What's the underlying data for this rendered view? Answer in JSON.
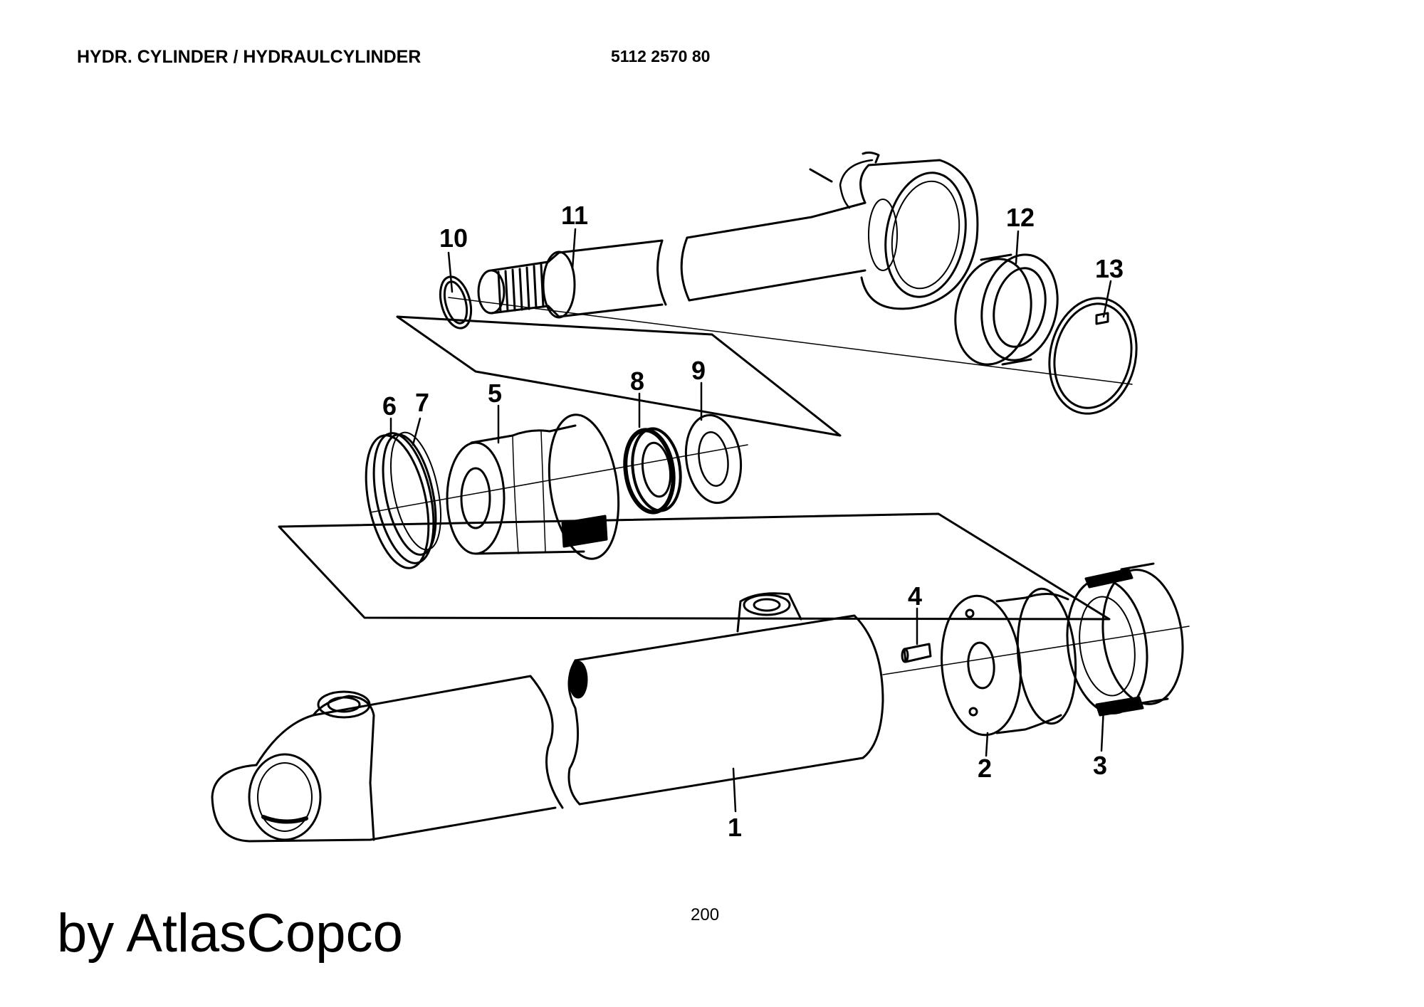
{
  "header": {
    "title": "HYDR. CYLINDER / HYDRAULCYLINDER",
    "part_number": "5112 2570 80"
  },
  "callouts": {
    "c1": "1",
    "c2": "2",
    "c3": "3",
    "c4": "4",
    "c5": "5",
    "c6": "6",
    "c7": "7",
    "c8": "8",
    "c9": "9",
    "c10": "10",
    "c11": "11",
    "c12": "12",
    "c13": "13"
  },
  "footer": {
    "page_number": "200",
    "brand": "by AtlasCopco"
  }
}
